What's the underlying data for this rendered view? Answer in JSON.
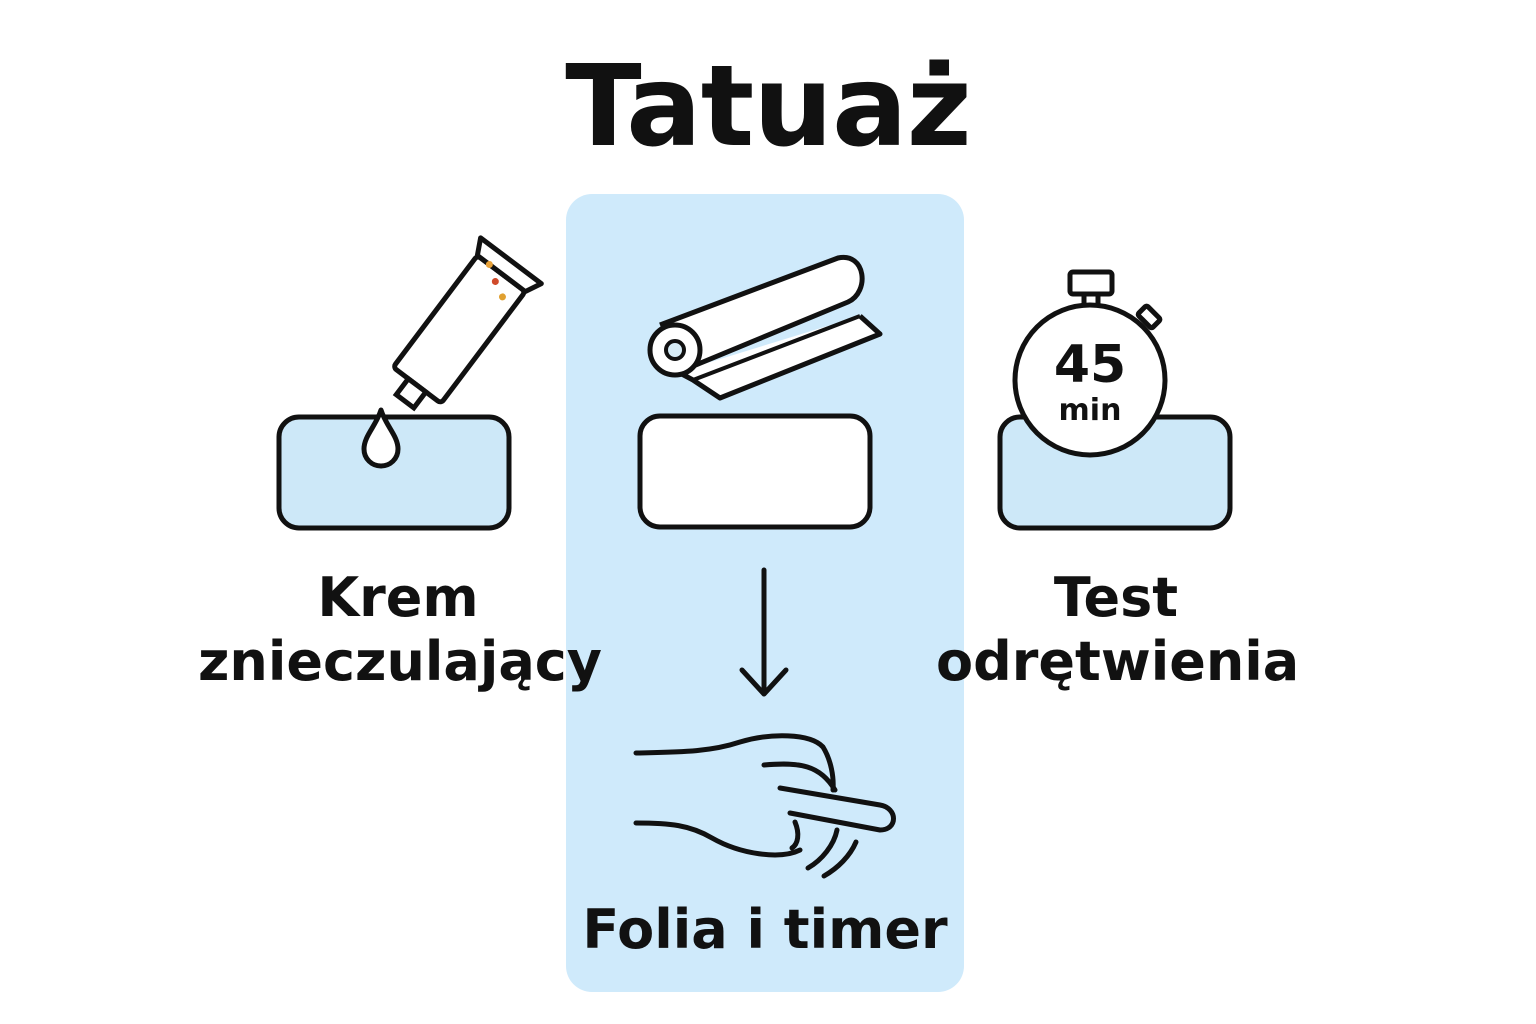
{
  "title": "Tatuaż",
  "colors": {
    "panel": "#cfeafb",
    "skin_fill": "#cde8f8",
    "stroke": "#111111",
    "tube_dot_1": "#e8a23a",
    "tube_dot_2": "#d04a2a",
    "tube_dot_3": "#e0a030"
  },
  "steps": [
    {
      "label_line1": "Krem",
      "label_line2": "znieczulający",
      "icon": "cream-tube-drop-icon"
    },
    {
      "label_line1": "Folia i timer",
      "icon": "film-roll-icon",
      "secondary_icon": "hand-icon",
      "connector_icon": "down-arrow-icon",
      "highlighted": true
    },
    {
      "label_line1": "Test",
      "label_line2": "odrętwienia",
      "icon": "stopwatch-icon",
      "timer_value": "45",
      "timer_unit": "min"
    }
  ]
}
